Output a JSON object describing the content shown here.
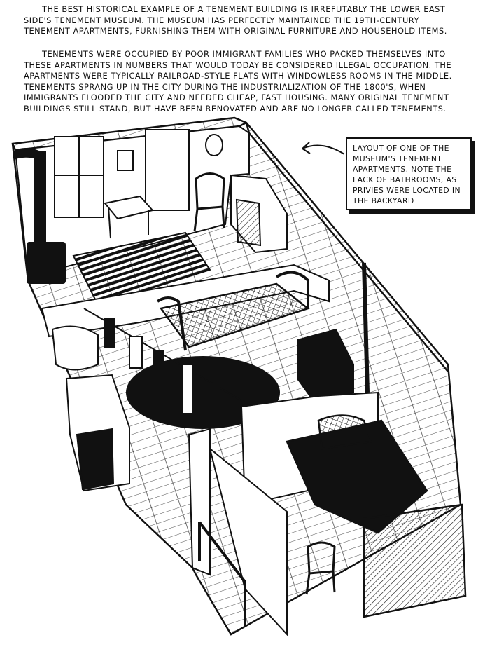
{
  "text": {
    "paragraph_1": "The best historical example of a tenement building is irrefutably the Lower East Side's Tenement Museum. The museum has perfectly maintained the 19th-century tenement apartments, furnishing them with original furniture and household items.",
    "paragraph_2": "Tenements were occupied by poor immigrant families who packed themselves into these apartments in numbers that would today be considered illegal occupation. The apartments were typically railroad-style flats with windowless rooms in the middle. Tenements sprang up in the city during the industrialization of the 1800's, when immigrants flooded the city and needed cheap, fast housing. Many original tenement buildings still stand, but have been renovated and are no longer called tenements.",
    "callout": "Layout of one of the museum's tenement apartments. Note the lack of bathrooms, as privies were located in the backyard"
  },
  "colors": {
    "ink": "#111111",
    "paper": "#ffffff"
  }
}
